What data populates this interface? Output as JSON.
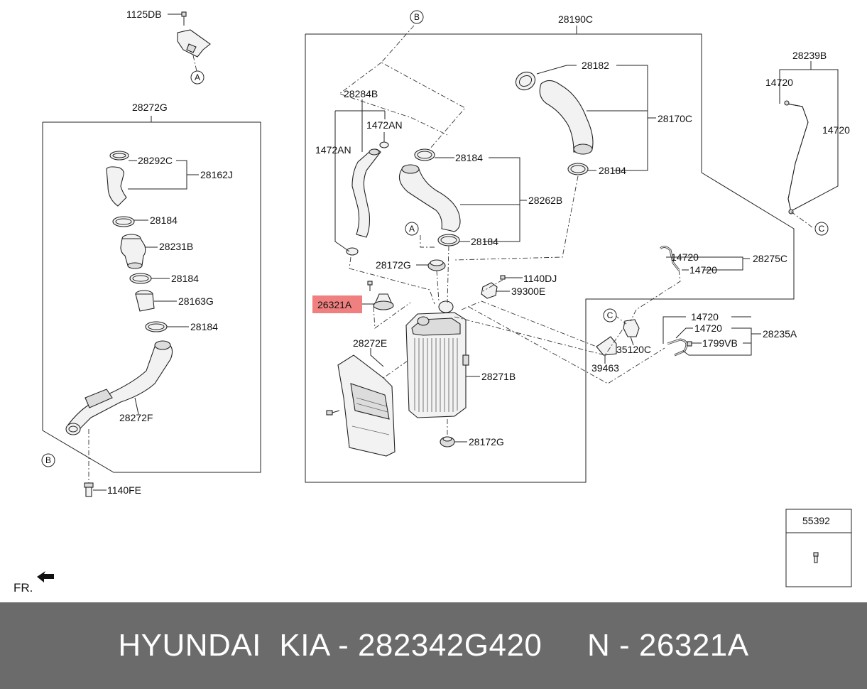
{
  "labels": {
    "p1125DB": "1125DB",
    "p28272G": "28272G",
    "p28292C": "28292C",
    "p28162J": "28162J",
    "p28184_l1": "28184",
    "p28231B": "28231B",
    "p28184_l2": "28184",
    "p28163G": "28163G",
    "p28184_l3": "28184",
    "p28272F": "28272F",
    "p1140FE": "1140FE",
    "p28190C": "28190C",
    "p28182": "28182",
    "p28170C": "28170C",
    "p28184_r1": "28184",
    "p28284B": "28284B",
    "p1472AN_1": "1472AN",
    "p1472AN_2": "1472AN",
    "p28184_m1": "28184",
    "p28262B": "28262B",
    "p28184_m2": "28184",
    "p28172G_1": "28172G",
    "p1140DJ": "1140DJ",
    "p39300E": "39300E",
    "p26321A": "26321A",
    "p28272E": "28272E",
    "p28271B": "28271B",
    "p28172G_2": "28172G",
    "p28239B": "28239B",
    "p14720_a": "14720",
    "p14720_b": "14720",
    "p14720_c": "14720",
    "p14720_d": "14720",
    "p28275C": "28275C",
    "p14720_e": "14720",
    "p14720_f": "14720",
    "p28235A": "28235A",
    "p1799VB": "1799VB",
    "p35120C": "35120C",
    "p39463": "39463",
    "p55392": "55392",
    "fr": "FR."
  },
  "refs": {
    "a_top": "A",
    "a_mid": "A",
    "b_top": "B",
    "b_left": "B",
    "c_right": "C",
    "c_mid": "C"
  },
  "highlight_color": "#f08080",
  "footer": {
    "text": "HYUNDAI  KIA - 282342G420     N - 26321A"
  }
}
